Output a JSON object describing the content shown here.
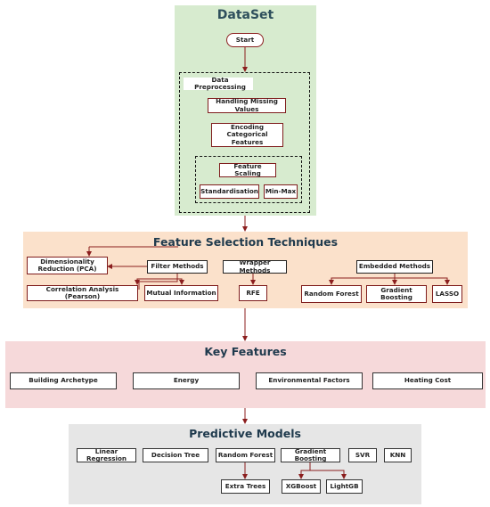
{
  "dataset": {
    "title": "DataSet",
    "start": "Start",
    "preprocessing_label": "Data Preprocessing",
    "missing_values": "Handling Missing Values",
    "encoding": "Encoding Categorical Features",
    "scaling": "Feature Scaling",
    "standardisation": "Standardisation",
    "minmax": "Min-Max"
  },
  "feature_selection": {
    "title": "Feature Selection Techniques",
    "pca": "Dimensionality Reduction (PCA)",
    "filter": "Filter Methods",
    "correlation": "Correlation Analysis (Pearson)",
    "mutual_info": "Mutual Information",
    "wrapper": "Wrapper Methods",
    "rfe": "RFE",
    "embedded": "Embedded Methods",
    "random_forest": "Random Forest",
    "gradient_boosting": "Gradient Boosting",
    "lasso": "LASSO"
  },
  "key_features": {
    "title": "Key Features",
    "items": [
      "Building Archetype",
      "Energy",
      "Environmental Factors",
      "Heating Cost"
    ]
  },
  "predictive_models": {
    "title": "Predictive Models",
    "linear_regression": "Linear Regression",
    "decision_tree": "Decision Tree",
    "random_forest": "Random Forest",
    "gradient_boosting": "Gradient Boosting",
    "svr": "SVR",
    "knn": "KNN",
    "extra_trees": "Extra Trees",
    "xgboost": "XGBoost",
    "lightgb": "LightGB"
  },
  "colors": {
    "dataset_bg": "#d7ebcf",
    "dataset_title": "#2e4f5c",
    "feature_selection_bg": "#fbe1cb",
    "feature_selection_title": "#1f3a4d",
    "key_features_bg": "#f6d9da",
    "key_features_title": "#1f3a4d",
    "predictive_bg": "#e6e6e6",
    "predictive_title": "#1f3a4d",
    "connector": "#8b1e1e"
  }
}
